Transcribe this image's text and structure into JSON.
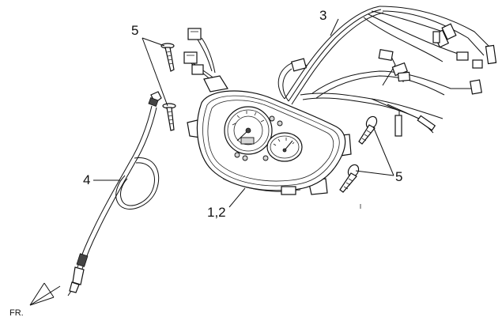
{
  "callouts": {
    "screws_top": "5",
    "harness": "3",
    "cable": "4",
    "screws_right": "5",
    "meter": "1,2"
  },
  "orientation": {
    "label": "FR."
  }
}
